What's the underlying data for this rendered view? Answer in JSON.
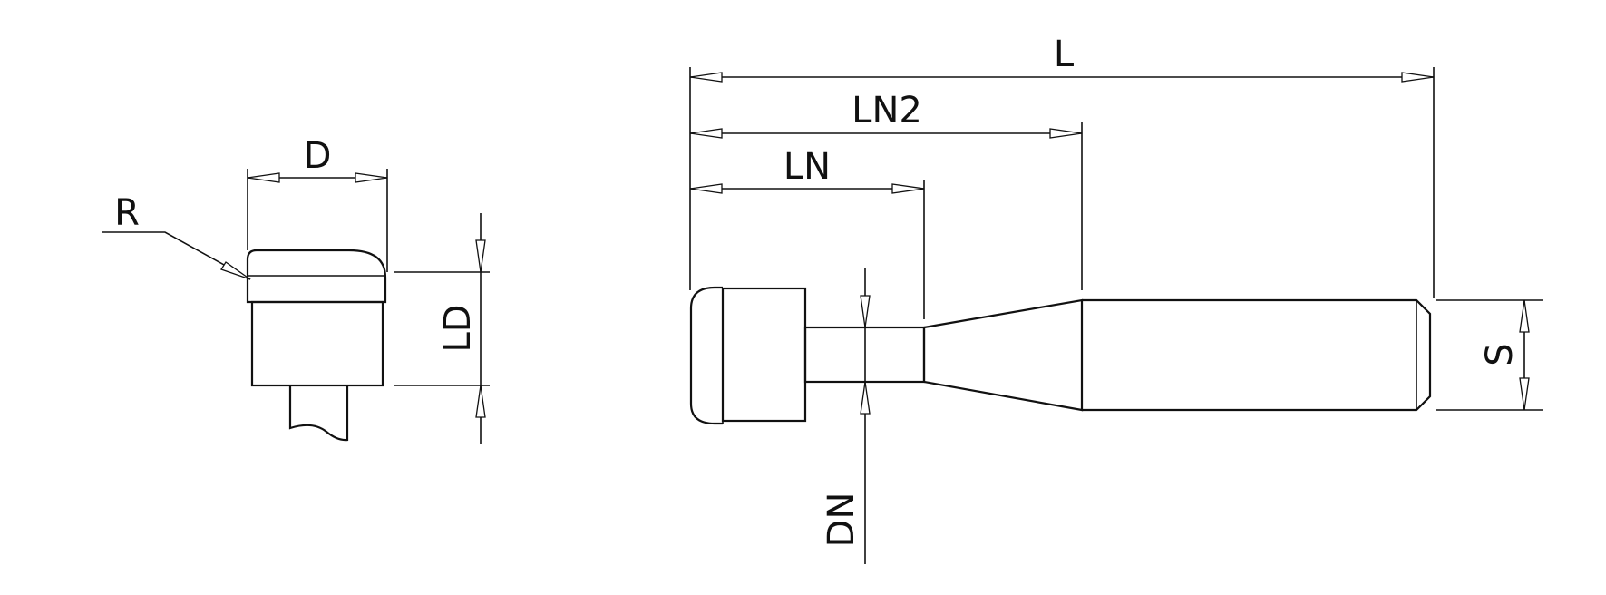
{
  "labels": {
    "d": "D",
    "r": "R",
    "ld": "LD",
    "l": "L",
    "ln2": "LN2",
    "ln": "LN",
    "dn": "DN",
    "s": "S"
  },
  "colors": {
    "line": "#111111",
    "background": "#ffffff"
  }
}
